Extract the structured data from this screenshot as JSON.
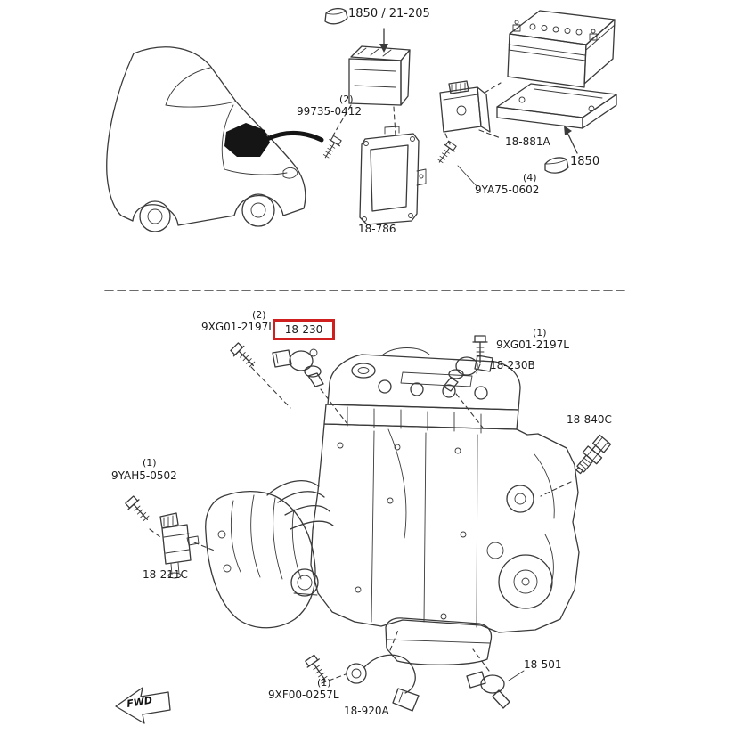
{
  "colors": {
    "background": "#ffffff",
    "line_art": "#3a3a3a",
    "highlight_box": "#cf1f1f",
    "text": "#1c1c1c"
  },
  "top_section": {
    "p1850_21205": {
      "code": "1850 / 21-205"
    },
    "screw_99735": {
      "qty": "(2)",
      "code": "99735-0412"
    },
    "bracket_18786": {
      "code": "18-786"
    },
    "module_18881A": {
      "code": "18-881A"
    },
    "screw_9YA75": {
      "qty": "(4)",
      "code": "9YA75-0602"
    },
    "clip_1850": {
      "code": "1850"
    }
  },
  "bottom_section": {
    "bolt_9XG01_left": {
      "qty": "(2)",
      "code": "9XG01-2197L"
    },
    "part_18230": {
      "code": "18-230",
      "highlighted": true
    },
    "bolt_9XG01_right": {
      "qty": "(1)",
      "code": "9XG01-2197L"
    },
    "part_18230B": {
      "code": "18-230B"
    },
    "part_18840C": {
      "code": "18-840C"
    },
    "bolt_9YAH5": {
      "qty": "(1)",
      "code": "9YAH5-0502"
    },
    "part_18211C": {
      "code": "18-211C"
    },
    "bolt_9XF00": {
      "qty": "(1)",
      "code": "9XF00-0257L"
    },
    "part_18920A": {
      "code": "18-920A"
    },
    "part_18501": {
      "code": "18-501"
    },
    "fwd": "FWD"
  }
}
